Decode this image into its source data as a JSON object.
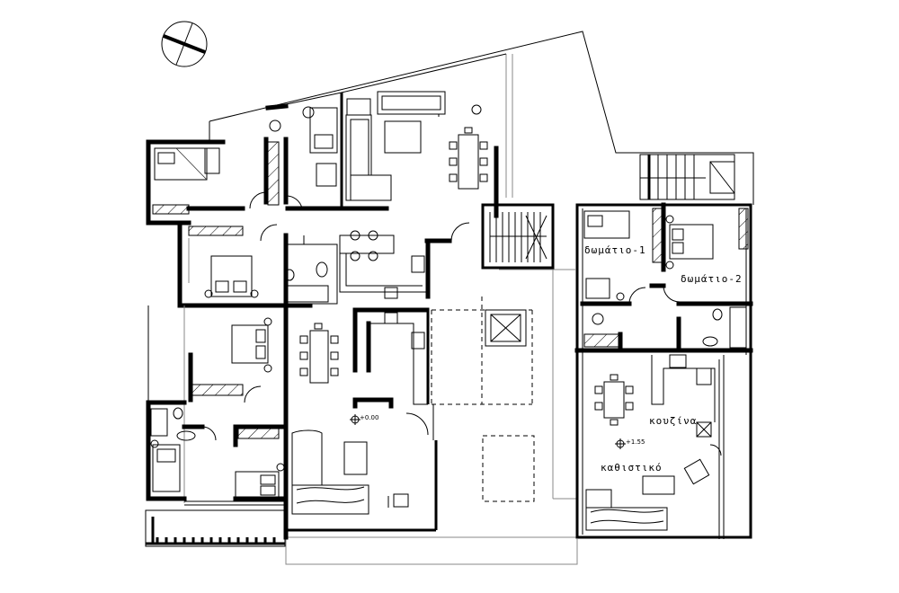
{
  "labels": {
    "room1": "δωμάτιο-1",
    "room2": "δωμάτιο-2",
    "kitchen": "κουζίνα",
    "living": "καθιστικό"
  },
  "levels": {
    "ground": "+0.00",
    "upper": "+1.55"
  },
  "icons": {
    "north": "north-arrow-icon"
  }
}
